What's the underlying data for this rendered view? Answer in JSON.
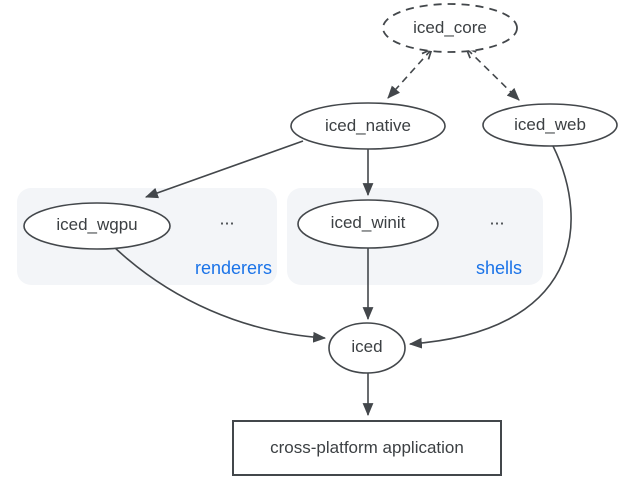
{
  "nodes": {
    "iced_core": "iced_core",
    "iced_native": "iced_native",
    "iced_web": "iced_web",
    "iced_wgpu": "iced_wgpu",
    "iced_winit": "iced_winit",
    "iced": "iced",
    "application": "cross-platform application"
  },
  "groups": {
    "renderers": {
      "ellipsis": "...",
      "label": "renderers"
    },
    "shells": {
      "ellipsis": "...",
      "label": "shells"
    }
  },
  "edges": [
    {
      "from": "iced_core",
      "to": "iced_native",
      "style": "dashed"
    },
    {
      "from": "iced_core",
      "to": "iced_web",
      "style": "dashed"
    },
    {
      "from": "iced_native",
      "to": "iced_wgpu",
      "style": "solid"
    },
    {
      "from": "iced_native",
      "to": "iced_winit",
      "style": "solid"
    },
    {
      "from": "iced_wgpu",
      "to": "iced",
      "style": "solid"
    },
    {
      "from": "iced_winit",
      "to": "iced",
      "style": "solid"
    },
    {
      "from": "iced_web",
      "to": "iced",
      "style": "solid"
    },
    {
      "from": "iced",
      "to": "application",
      "style": "solid"
    }
  ],
  "colors": {
    "stroke": "#43474b",
    "text": "#3c4043",
    "accent_blue": "#1a73e8",
    "group_fill": "#f3f5f8",
    "background": "#ffffff"
  }
}
